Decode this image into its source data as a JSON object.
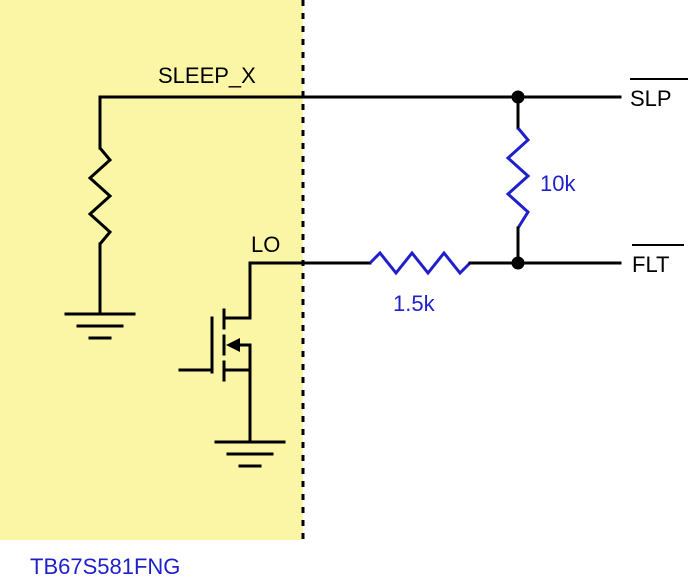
{
  "colors": {
    "ic_region_fill": "#fbf6a6",
    "wire": "#000000",
    "external_component": "#1f1fcc",
    "boundary_line": "#000000"
  },
  "labels": {
    "sleep_net": "SLEEP_X",
    "lo_net": "LO",
    "slp_output": "SLP",
    "flt_output": "FLT",
    "pullup_resistor": "10k",
    "series_resistor": "1.5k",
    "ic_name": "TB67S581FNG"
  },
  "icons": {
    "ground": "ground-icon",
    "mosfet": "n-mosfet-icon",
    "resistor": "resistor-icon"
  }
}
